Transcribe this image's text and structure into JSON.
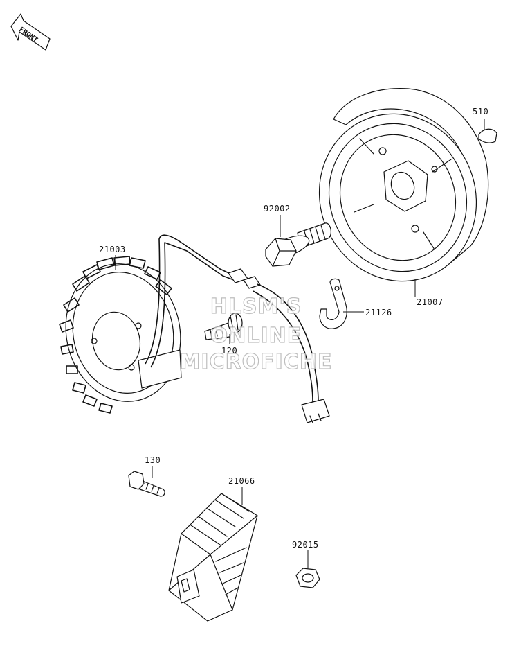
{
  "front_arrow": {
    "label": "FRONT"
  },
  "parts": [
    {
      "id": "p510",
      "number": "510"
    },
    {
      "id": "p92002",
      "number": "92002"
    },
    {
      "id": "p21003",
      "number": "21003"
    },
    {
      "id": "p21007",
      "number": "21007"
    },
    {
      "id": "p21126",
      "number": "21126"
    },
    {
      "id": "p120",
      "number": "120"
    },
    {
      "id": "p130",
      "number": "130"
    },
    {
      "id": "p21066",
      "number": "21066"
    },
    {
      "id": "p92015",
      "number": "92015"
    }
  ],
  "watermark": {
    "line1": "HLSM'S",
    "line2": "ONLINE",
    "line3": "MICROFICHE"
  }
}
